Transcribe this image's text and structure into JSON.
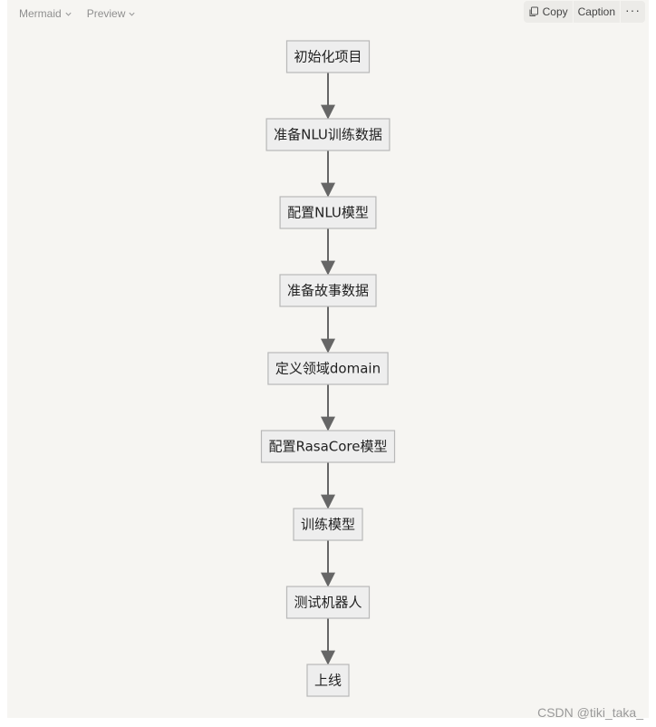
{
  "toolbar": {
    "language_label": "Mermaid",
    "view_label": "Preview",
    "copy_label": "Copy",
    "caption_label": "Caption",
    "more_label": "···"
  },
  "diagram": {
    "nodes": [
      {
        "id": "n1",
        "label": "初始化项目"
      },
      {
        "id": "n2",
        "label": "准备NLU训练数据"
      },
      {
        "id": "n3",
        "label": "配置NLU模型"
      },
      {
        "id": "n4",
        "label": "准备故事数据"
      },
      {
        "id": "n5",
        "label": "定义领域domain"
      },
      {
        "id": "n6",
        "label": "配置RasaCore模型"
      },
      {
        "id": "n7",
        "label": "训练模型"
      },
      {
        "id": "n8",
        "label": "测试机器人"
      },
      {
        "id": "n9",
        "label": "上线"
      }
    ],
    "colors": {
      "node_fill": "#eeeeee",
      "node_stroke": "#b8b8b8",
      "edge": "#666666",
      "background": "#f6f5f2"
    }
  },
  "watermark": "CSDN @tiki_taka_"
}
